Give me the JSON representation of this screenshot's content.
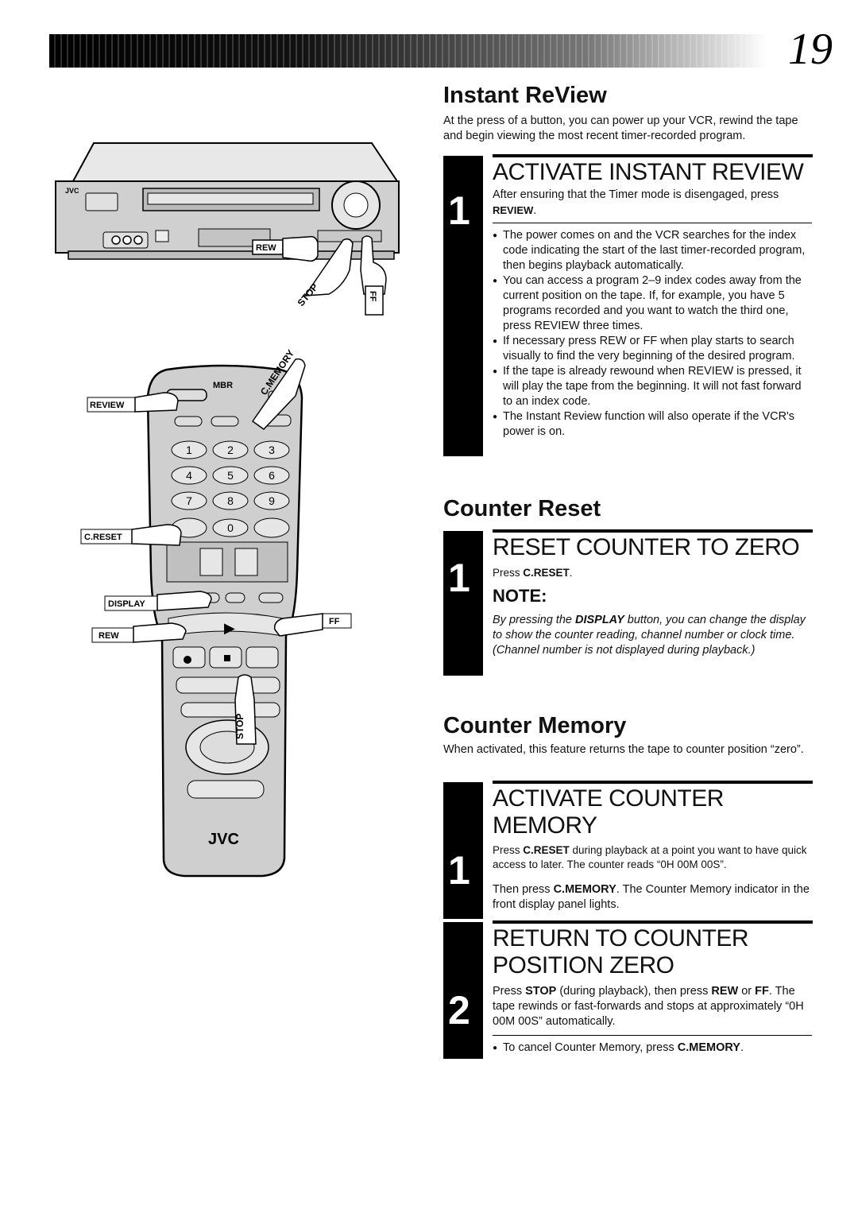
{
  "page_number": "19",
  "illustration": {
    "vcr": {
      "brand": "JVC",
      "labels": {
        "rew": "REW",
        "stop": "STOP",
        "ff": "FF"
      }
    },
    "remote": {
      "brand": "JVC",
      "logo": "MBR",
      "labels": {
        "review": "REVIEW",
        "c_memory": "C.MEMORY",
        "c_reset": "C.RESET",
        "display": "DISPLAY",
        "rew": "REW",
        "ff": "FF",
        "stop": "STOP"
      },
      "keypad": [
        "1",
        "2",
        "3",
        "4",
        "5",
        "6",
        "7",
        "8",
        "9",
        "0"
      ]
    }
  },
  "instant_review": {
    "title": "Instant ReView",
    "intro": "At the press of a button, you can power up your VCR, rewind the tape and begin viewing the most recent timer-recorded program.",
    "step": {
      "number": "1",
      "heading": "ACTIVATE INSTANT REVIEW",
      "text": "After ensuring that the Timer mode is disengaged, press",
      "text_bold": "REVIEW",
      "text_end": ".",
      "bullets": [
        "The power comes on and the VCR searches for the index code indicating the start of the last timer-recorded program, then begins playback automatically.",
        "You can access a program 2–9 index codes away from the current position on the tape. If, for example, you have 5 programs recorded and you want to watch the third one, press REVIEW three times.",
        "If necessary press REW or FF when play starts to search visually to find the very beginning of the desired program.",
        "If the tape is already rewound when REVIEW is pressed, it will play the tape from the beginning. It will not fast forward to an index code.",
        "The Instant Review function will also operate if the VCR's power is on."
      ]
    }
  },
  "counter_reset": {
    "title": "Counter Reset",
    "step": {
      "number": "1",
      "heading": "RESET COUNTER TO ZERO",
      "text_pre": "Press ",
      "text_bold": "C.RESET",
      "text_end": ".",
      "note_label": "NOTE:",
      "note_pre": "By pressing the ",
      "note_bold": "DISPLAY",
      "note_post": " button, you can change the display to show the counter reading, channel number or clock time. (Channel number is not displayed during playback.)"
    }
  },
  "counter_memory": {
    "title": "Counter Memory",
    "intro": "When activated, this feature returns the tape to counter position “zero”.",
    "step1": {
      "number": "1",
      "heading_line1": "ACTIVATE COUNTER",
      "heading_line2": "MEMORY",
      "p1_pre": "Press ",
      "p1_bold": "C.RESET",
      "p1_post": " during playback at a point you want to have quick access to later. The counter reads “0H 00M 00S”.",
      "p2_pre": "Then press ",
      "p2_bold": "C.MEMORY",
      "p2_post": ". The Counter Memory indicator in the front display panel lights."
    },
    "step2": {
      "number": "2",
      "heading_line1": "RETURN TO COUNTER",
      "heading_line2": "POSITION ZERO",
      "p_pre": "Press ",
      "p_b1": "STOP",
      "p_mid1": " (during playback), then press ",
      "p_b2": "REW",
      "p_mid2": " or ",
      "p_b3": "FF",
      "p_post": ". The tape rewinds or fast-forwards and stops at approximately “0H 00M 00S” automatically.",
      "bullet_pre": "To cancel Counter Memory, press ",
      "bullet_bold": "C.MEMORY",
      "bullet_end": "."
    }
  }
}
